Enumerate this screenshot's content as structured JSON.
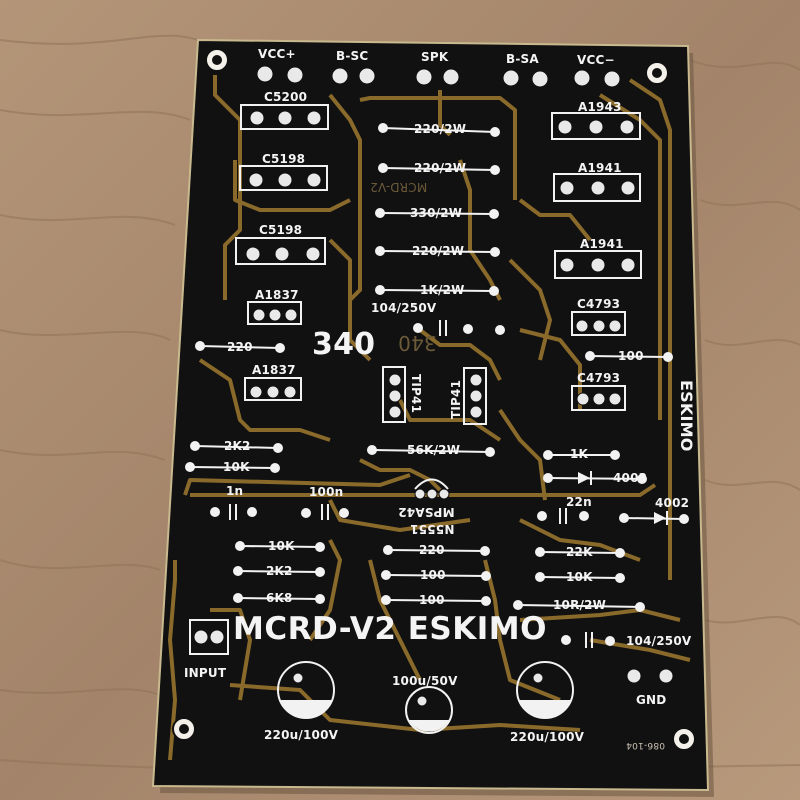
{
  "board": {
    "title": "MCRD-V2 ESKIMO",
    "big_number": "340",
    "mirror_text": "MCRD-V2",
    "mirror_number": "340",
    "side_text": "ESKIMO",
    "part_code": "086-104"
  },
  "labels": {
    "vcc_plus": "VCC+",
    "b_sc": "B-SC",
    "spk": "SPK",
    "b_sa": "B-SA",
    "vcc_minus": "VCC−",
    "c5200": "C5200",
    "c5198_a": "C5198",
    "c5198_b": "C5198",
    "a1837_a": "A1837",
    "a1837_b": "A1837",
    "a1943": "A1943",
    "a1941_a": "A1941",
    "a1941_b": "A1941",
    "c4793_a": "C4793",
    "c4793_b": "C4793",
    "r220_2w_a": "220/2W",
    "r220_2w_b": "220/2W",
    "r330_2w": "330/2W",
    "r220_2w_c": "220/2W",
    "r1k_2w": "1K/2W",
    "cap_104_250v_top": "104/250V",
    "r220_left": "220",
    "r100_right": "100",
    "tip41_a": "TIP41",
    "tip41_b": "TIP41",
    "r2k2_a": "2K2",
    "r10k_a": "10K",
    "r56k_2w": "56K/2W",
    "r1k": "1K",
    "d4002_a": "4002",
    "d4002_b": "4002",
    "cap_1n": "1n",
    "cap_100n": "100n",
    "mpsa42": "MPSA42",
    "n5551": "N5551",
    "cap_22n": "22n",
    "r10k_b": "10K",
    "r220_mid": "220",
    "r22k": "22K",
    "r2k2_b": "2K2",
    "r100_a": "100",
    "r10k_c": "10K",
    "r6k8": "6K8",
    "r100_b": "100",
    "r10r_2w": "10R/2W",
    "cap_104_250v_bottom": "104/250V",
    "input": "INPUT",
    "gnd": "GND",
    "cap_100u_50v": "100u/50V",
    "cap_220u_100v_a": "220u/100V",
    "cap_220u_100v_b": "220u/100V"
  },
  "colors": {
    "wood": "#a88a6e",
    "board": "#111112",
    "copper": "#8a6a2a",
    "pad": "#e9e9e9",
    "edge": "#c9b98e"
  }
}
